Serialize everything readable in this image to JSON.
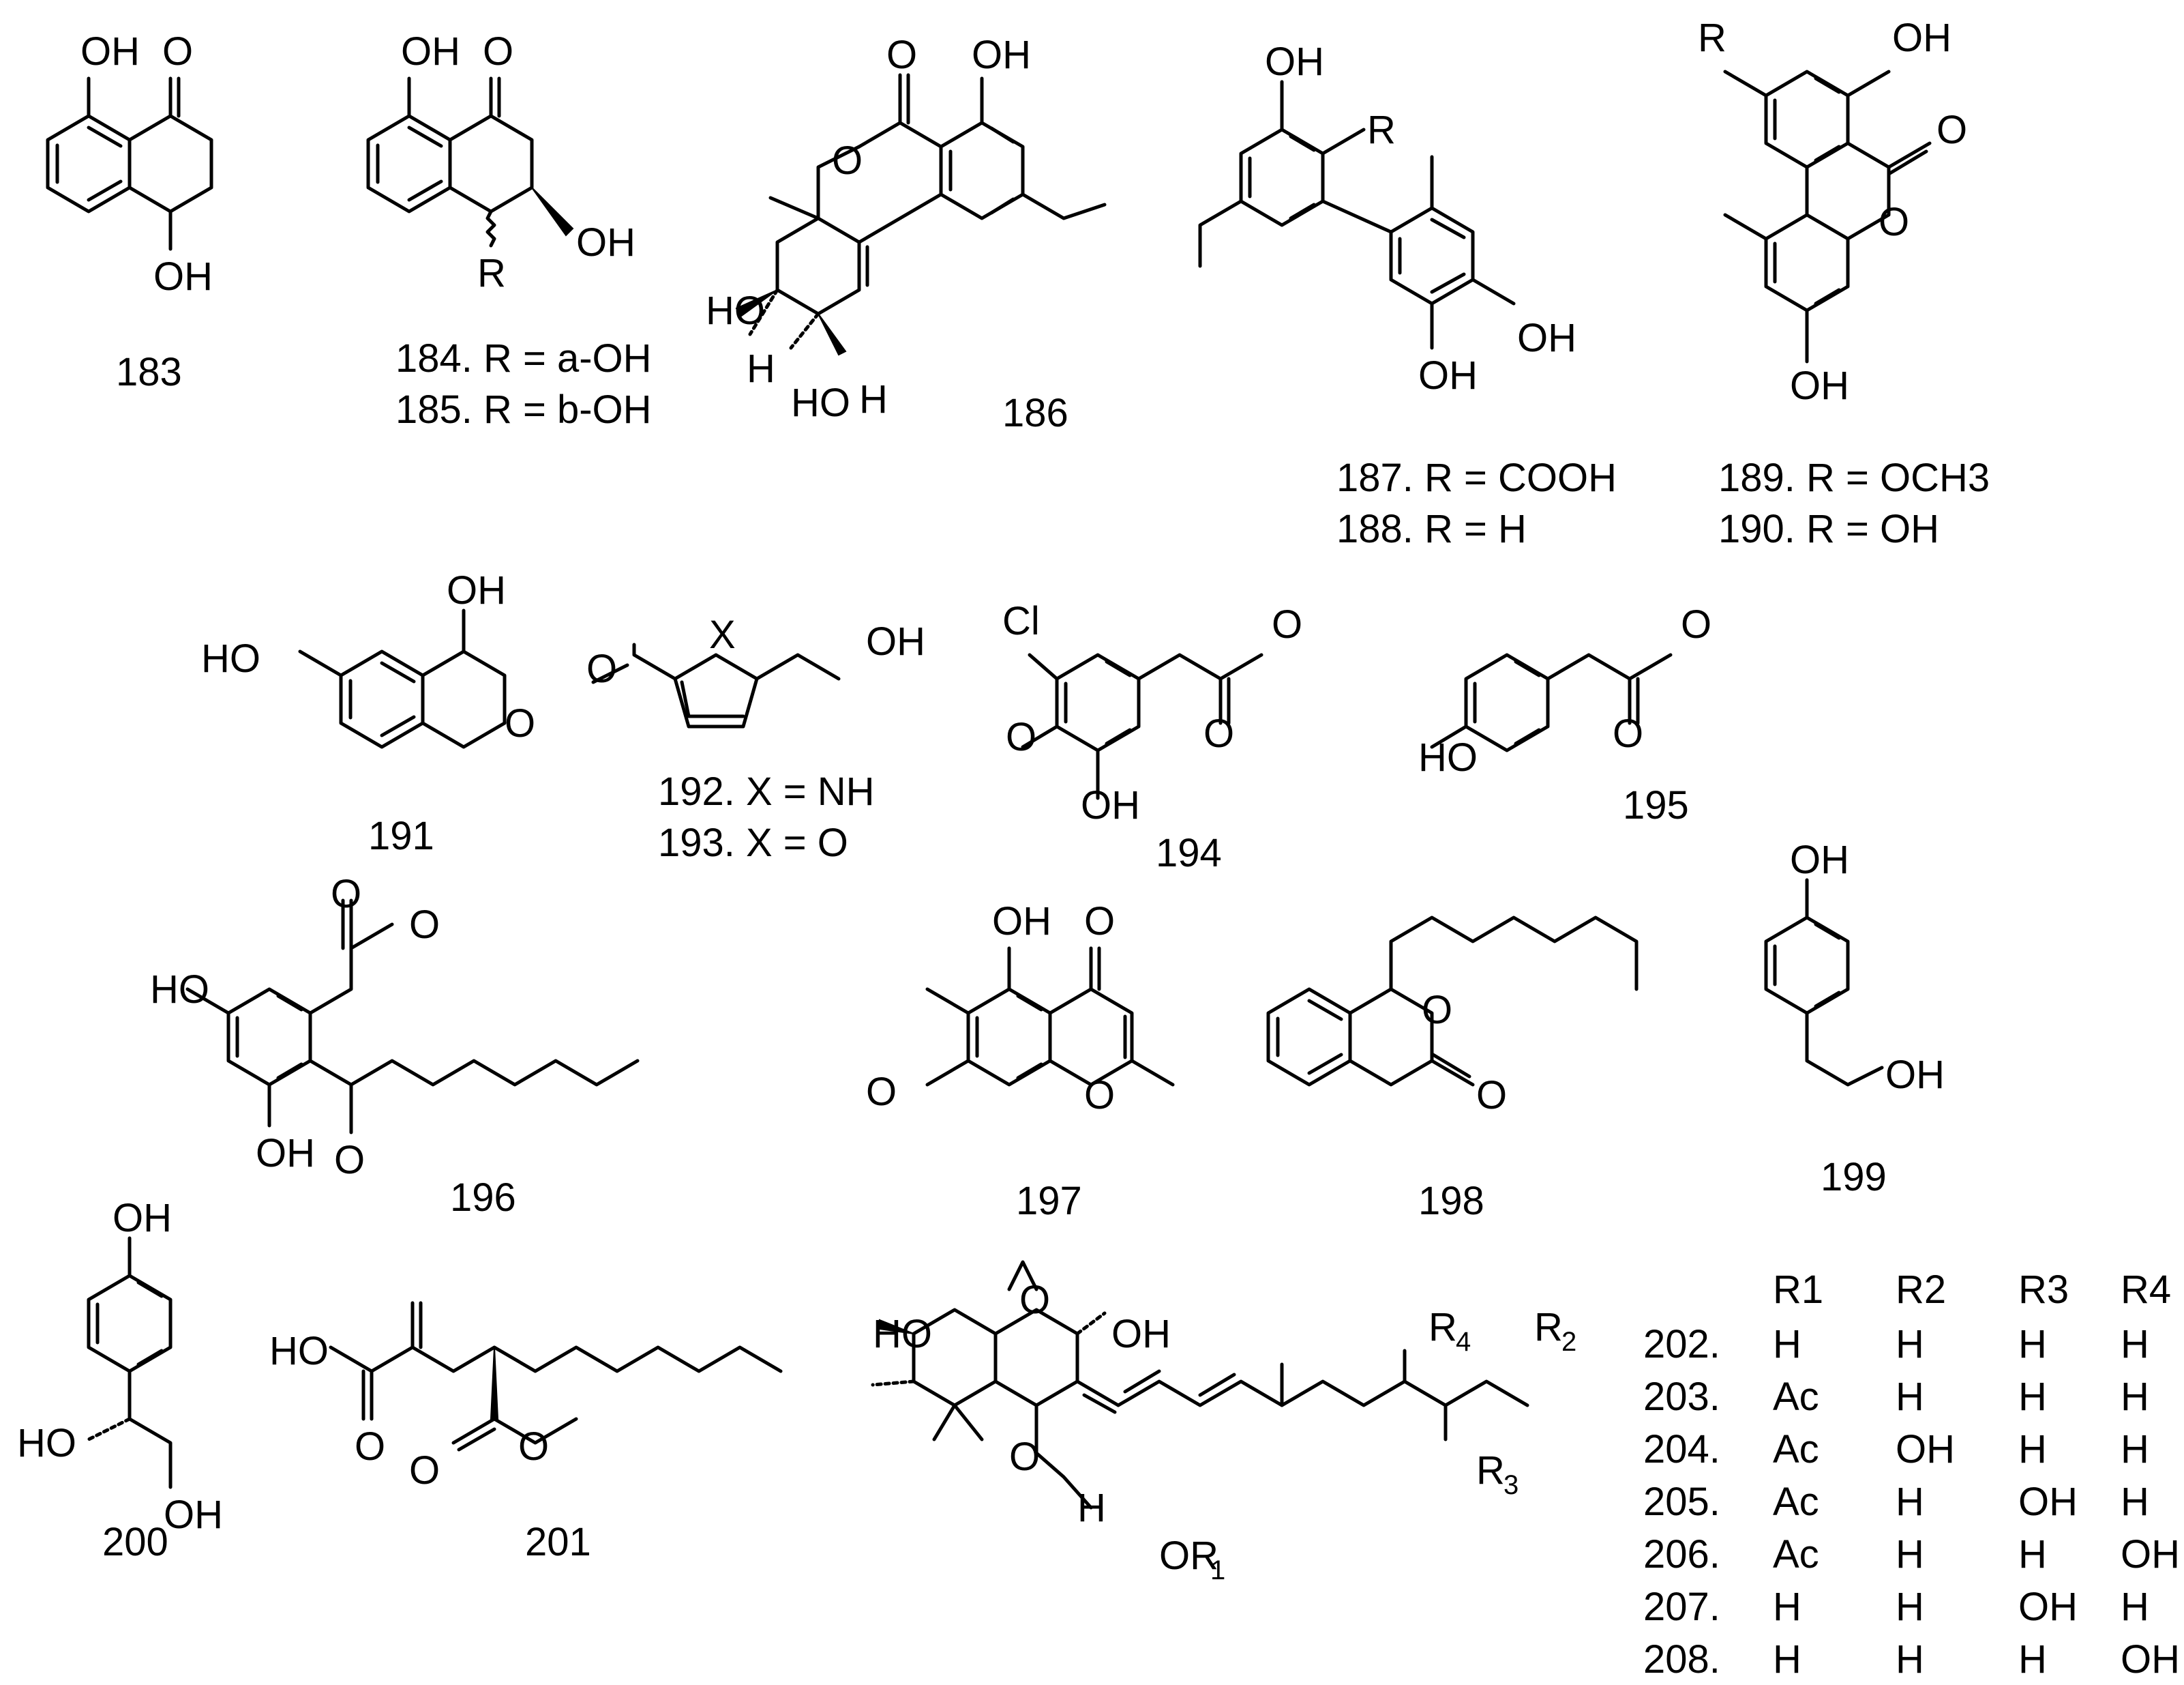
{
  "compounds": [
    {
      "id": "183",
      "captions": [
        "183"
      ]
    },
    {
      "id": "184-185",
      "captions": [
        "184. R = a-OH",
        "185. R = b-OH"
      ]
    },
    {
      "id": "186",
      "captions": [
        "186"
      ]
    },
    {
      "id": "187-188",
      "captions": [
        "187. R = COOH",
        "188. R = H"
      ]
    },
    {
      "id": "189-190",
      "captions": [
        "189. R = OCH3",
        "190. R = OH"
      ]
    },
    {
      "id": "191",
      "captions": [
        "191"
      ]
    },
    {
      "id": "192-193",
      "captions": [
        "192. X = NH",
        "193. X = O"
      ]
    },
    {
      "id": "194",
      "captions": [
        "194"
      ]
    },
    {
      "id": "195",
      "captions": [
        "195"
      ]
    },
    {
      "id": "196",
      "captions": [
        "196"
      ]
    },
    {
      "id": "197",
      "captions": [
        "197"
      ]
    },
    {
      "id": "198",
      "captions": [
        "198"
      ]
    },
    {
      "id": "199",
      "captions": [
        "199"
      ]
    },
    {
      "id": "200",
      "captions": [
        "200"
      ]
    },
    {
      "id": "201",
      "captions": [
        "201"
      ]
    },
    {
      "id": "202-208",
      "captions": []
    }
  ],
  "substituent_table": {
    "headers": [
      "R1",
      "R2",
      "R3",
      "R4"
    ],
    "rows": [
      {
        "label": "202.",
        "R1": "H",
        "R2": "H",
        "R3": "H",
        "R4": "H"
      },
      {
        "label": "203.",
        "R1": "Ac",
        "R2": "H",
        "R3": "H",
        "R4": "H"
      },
      {
        "label": "204.",
        "R1": "Ac",
        "R2": "OH",
        "R3": "H",
        "R4": "H"
      },
      {
        "label": "205.",
        "R1": "Ac",
        "R2": "H",
        "R3": "OH",
        "R4": "H"
      },
      {
        "label": "206.",
        "R1": "Ac",
        "R2": "H",
        "R3": "H",
        "R4": "OH"
      },
      {
        "label": "207.",
        "R1": "H",
        "R2": "H",
        "R3": "OH",
        "R4": "H"
      },
      {
        "label": "208.",
        "R1": "H",
        "R2": "H",
        "R3": "H",
        "R4": "OH"
      }
    ]
  },
  "atom_labels": {
    "OH": "OH",
    "HO": "HO",
    "O": "O",
    "H": "H",
    "R": "R",
    "X": "X",
    "Cl": "Cl",
    "OR": "OR",
    "R1sub": "1",
    "R2": "R",
    "R2sub": "2",
    "R3sub": "3",
    "R4sub": "4"
  }
}
